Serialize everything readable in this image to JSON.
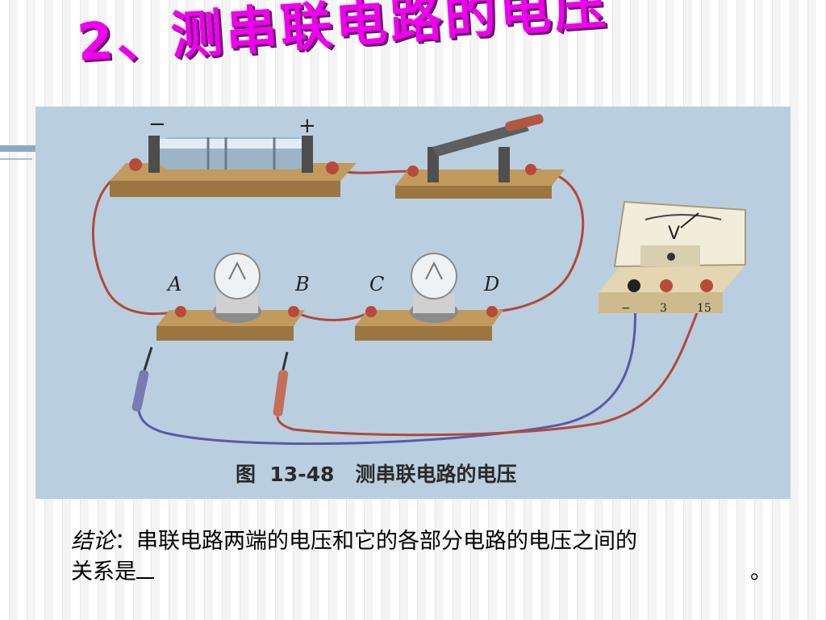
{
  "slide": {
    "title": "2、测串联电路的电压"
  },
  "figure": {
    "caption": "图  13-48   测串联电路的电压",
    "battery": {
      "minus_label": "−",
      "plus_label": "+"
    },
    "points": {
      "a": "A",
      "b": "B",
      "c": "C",
      "d": "D"
    },
    "voltmeter": {
      "unit": "V",
      "terminals": [
        "−",
        "3",
        "15"
      ]
    }
  },
  "conclusion": {
    "label": "结论",
    "colon": "：",
    "text_line1": "串联电路两端的电压和它的各部分电路的电压之间的",
    "text_line2": "关系是",
    "end_mark": "。"
  }
}
